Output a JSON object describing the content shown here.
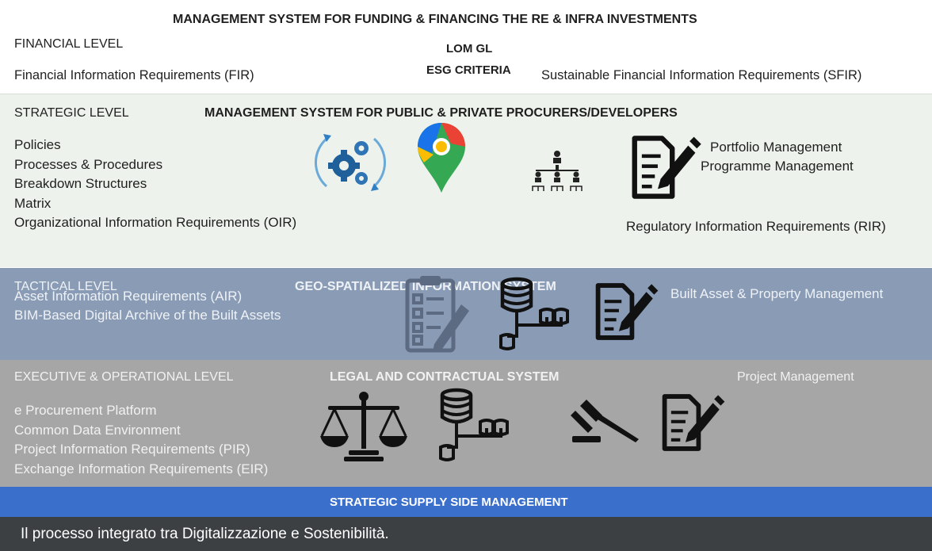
{
  "financial": {
    "title": "MANAGEMENT SYSTEM FOR FUNDING & FINANCING THE RE & INFRA INVESTMENTS",
    "level": "FINANCIAL LEVEL",
    "center_line1": "LOM GL",
    "center_line2": "ESG CRITERIA",
    "left_req": "Financial Information Requirements (FIR)",
    "right_req": "Sustainable Financial Information Requirements (SFIR)"
  },
  "strategic": {
    "level": "STRATEGIC LEVEL",
    "title": "MANAGEMENT SYSTEM FOR PUBLIC & PRIVATE PROCURERS/DEVELOPERS",
    "items": [
      "Policies",
      "Processes & Procedures",
      "Breakdown Structures",
      "Matrix"
    ],
    "left_req": "Organizational Information Requirements (OIR)",
    "right_items": [
      "Portfolio Management",
      "Programme Management"
    ],
    "right_req": "Regulatory Information Requirements (RIR)",
    "icons": [
      "gears-cycle-icon",
      "map-pin-icon",
      "org-chart-icon",
      "document-edit-icon"
    ]
  },
  "tactical": {
    "level": "TACTICAL LEVEL",
    "title": "GEO-SPATIALIZED INFORMATION SYSTEM",
    "items": [
      "Asset Information Requirements (AIR)",
      "BIM-Based Digital Archive of the Built Assets"
    ],
    "right_text": "Built Asset & Property Management",
    "icons": [
      "checklist-icon",
      "database-network-icon",
      "document-edit-icon"
    ]
  },
  "executive": {
    "level": "EXECUTIVE & OPERATIONAL LEVEL",
    "title": "LEGAL AND CONTRACTUAL SYSTEM",
    "right_text": "Project Management",
    "items": [
      "e Procurement Platform",
      "Common Data Environment",
      "Project Information Requirements (PIR)",
      "Exchange Information Requirements (EIR)"
    ],
    "icons": [
      "scales-icon",
      "database-network-icon",
      "gavel-icon",
      "document-edit-icon"
    ]
  },
  "supply": {
    "title": "STRATEGIC SUPPLY SIDE MANAGEMENT"
  },
  "caption": {
    "text": "Il processo integrato tra Digitalizzazione e Sostenibilità."
  },
  "colors": {
    "strategic_bg": "#eef2ec",
    "tactical_bg": "#8a9bb5",
    "executive_bg": "#a6a6a6",
    "supply_bg": "#3b6fcc",
    "caption_bg": "#3d4043"
  }
}
